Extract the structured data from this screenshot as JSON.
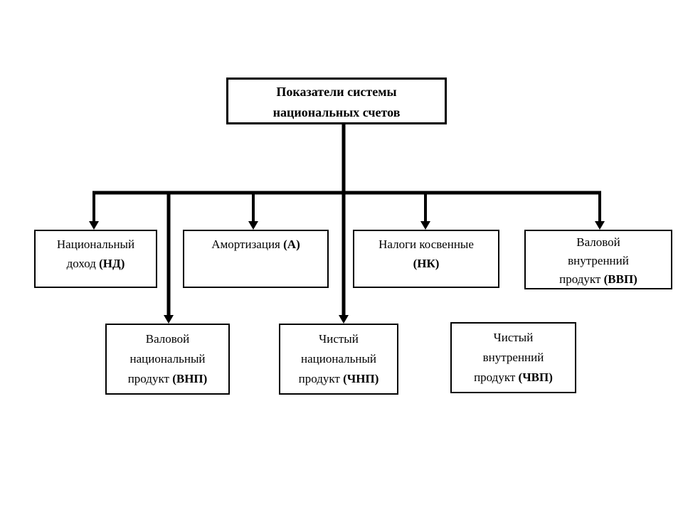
{
  "diagram": {
    "title": {
      "line1": "Показатели системы",
      "line2": "национальных счетов"
    },
    "nodes": {
      "nd": {
        "line1": "Национальный",
        "line2": "доход",
        "abbr": "(НД)"
      },
      "a": {
        "line1": "Амортизация",
        "abbr": "(А)"
      },
      "nk": {
        "line1": "Налоги косвенные",
        "abbr": "(НК)"
      },
      "vvp": {
        "line1": "Валовой",
        "line2": "внутренний",
        "line3": "продукт",
        "abbr": "(ВВП)"
      },
      "vnp": {
        "line1": "Валовой",
        "line2": "национальный",
        "line3": "продукт",
        "abbr": "(ВНП)"
      },
      "chnp": {
        "line1": "Чистый",
        "line2": "национальный",
        "line3": "продукт",
        "abbr": "(ЧНП)"
      },
      "chvp": {
        "line1": "Чистый",
        "line2": "внутренний",
        "line3": "продукт",
        "abbr": "(ЧВП)"
      }
    },
    "colors": {
      "line": "#000000",
      "arrow": "#000000",
      "box_border": "#000000",
      "text": "#000000",
      "background": "#ffffff"
    }
  }
}
